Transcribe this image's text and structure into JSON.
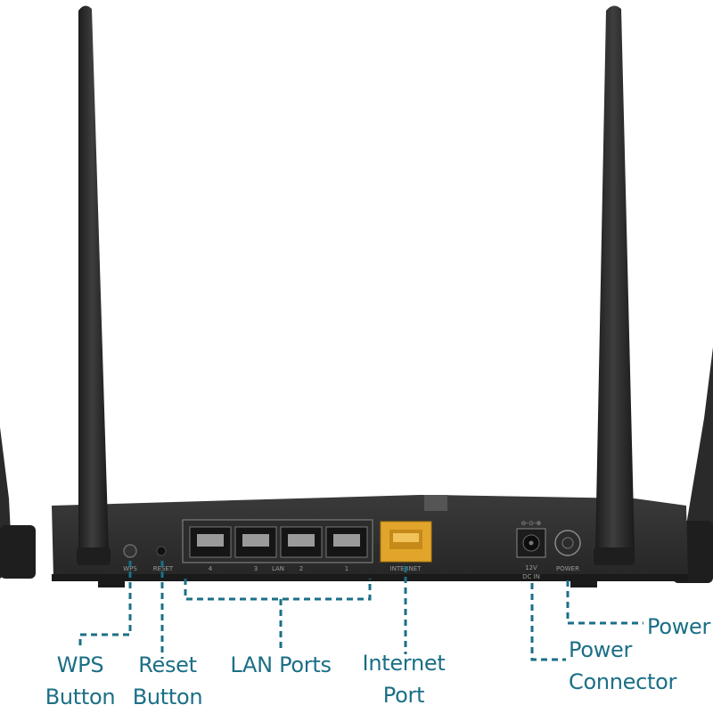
{
  "panel": {
    "wps_label": "WPS",
    "reset_label": "RESET",
    "lan_labels": [
      "4",
      "3",
      "LAN",
      "2",
      "1"
    ],
    "internet_label": "INTERNET",
    "dc_label_top": "12V",
    "dc_label_bottom": "DC IN",
    "power_label": "POWER"
  },
  "callouts": {
    "wps": [
      "WPS",
      "Button"
    ],
    "reset": [
      "Reset",
      "Button"
    ],
    "lan": [
      "LAN Ports"
    ],
    "internet": [
      "Internet",
      "Port"
    ],
    "power_connector": [
      "Power",
      "Connector"
    ],
    "power": [
      "Power"
    ]
  },
  "colors": {
    "callout": "#1b6f86",
    "router_body": "#2b2b2b",
    "internet_port": "#e0a52a"
  }
}
